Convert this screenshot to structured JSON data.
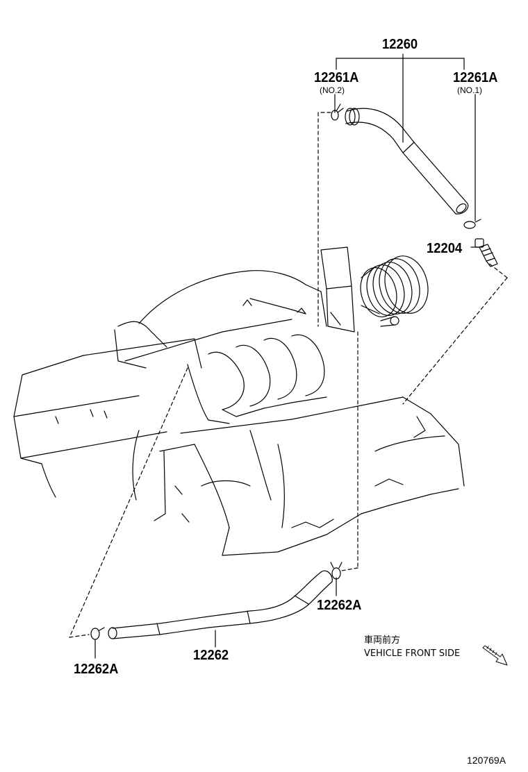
{
  "labels": {
    "p12260": "12260",
    "p12261a_no2": "12261A",
    "p12261a_no2_sub": "(NO.2)",
    "p12261a_no1": "12261A",
    "p12261a_no1_sub": "(NO.1)",
    "p12204": "12204",
    "p12262a_right": "12262A",
    "p12262": "12262",
    "p12262a_left": "12262A"
  },
  "direction_note": {
    "japanese": "車両前方",
    "english": "VEHICLE FRONT SIDE"
  },
  "illustration_code": "120769A",
  "colors": {
    "ink": "#000000",
    "paper": "#ffffff"
  }
}
